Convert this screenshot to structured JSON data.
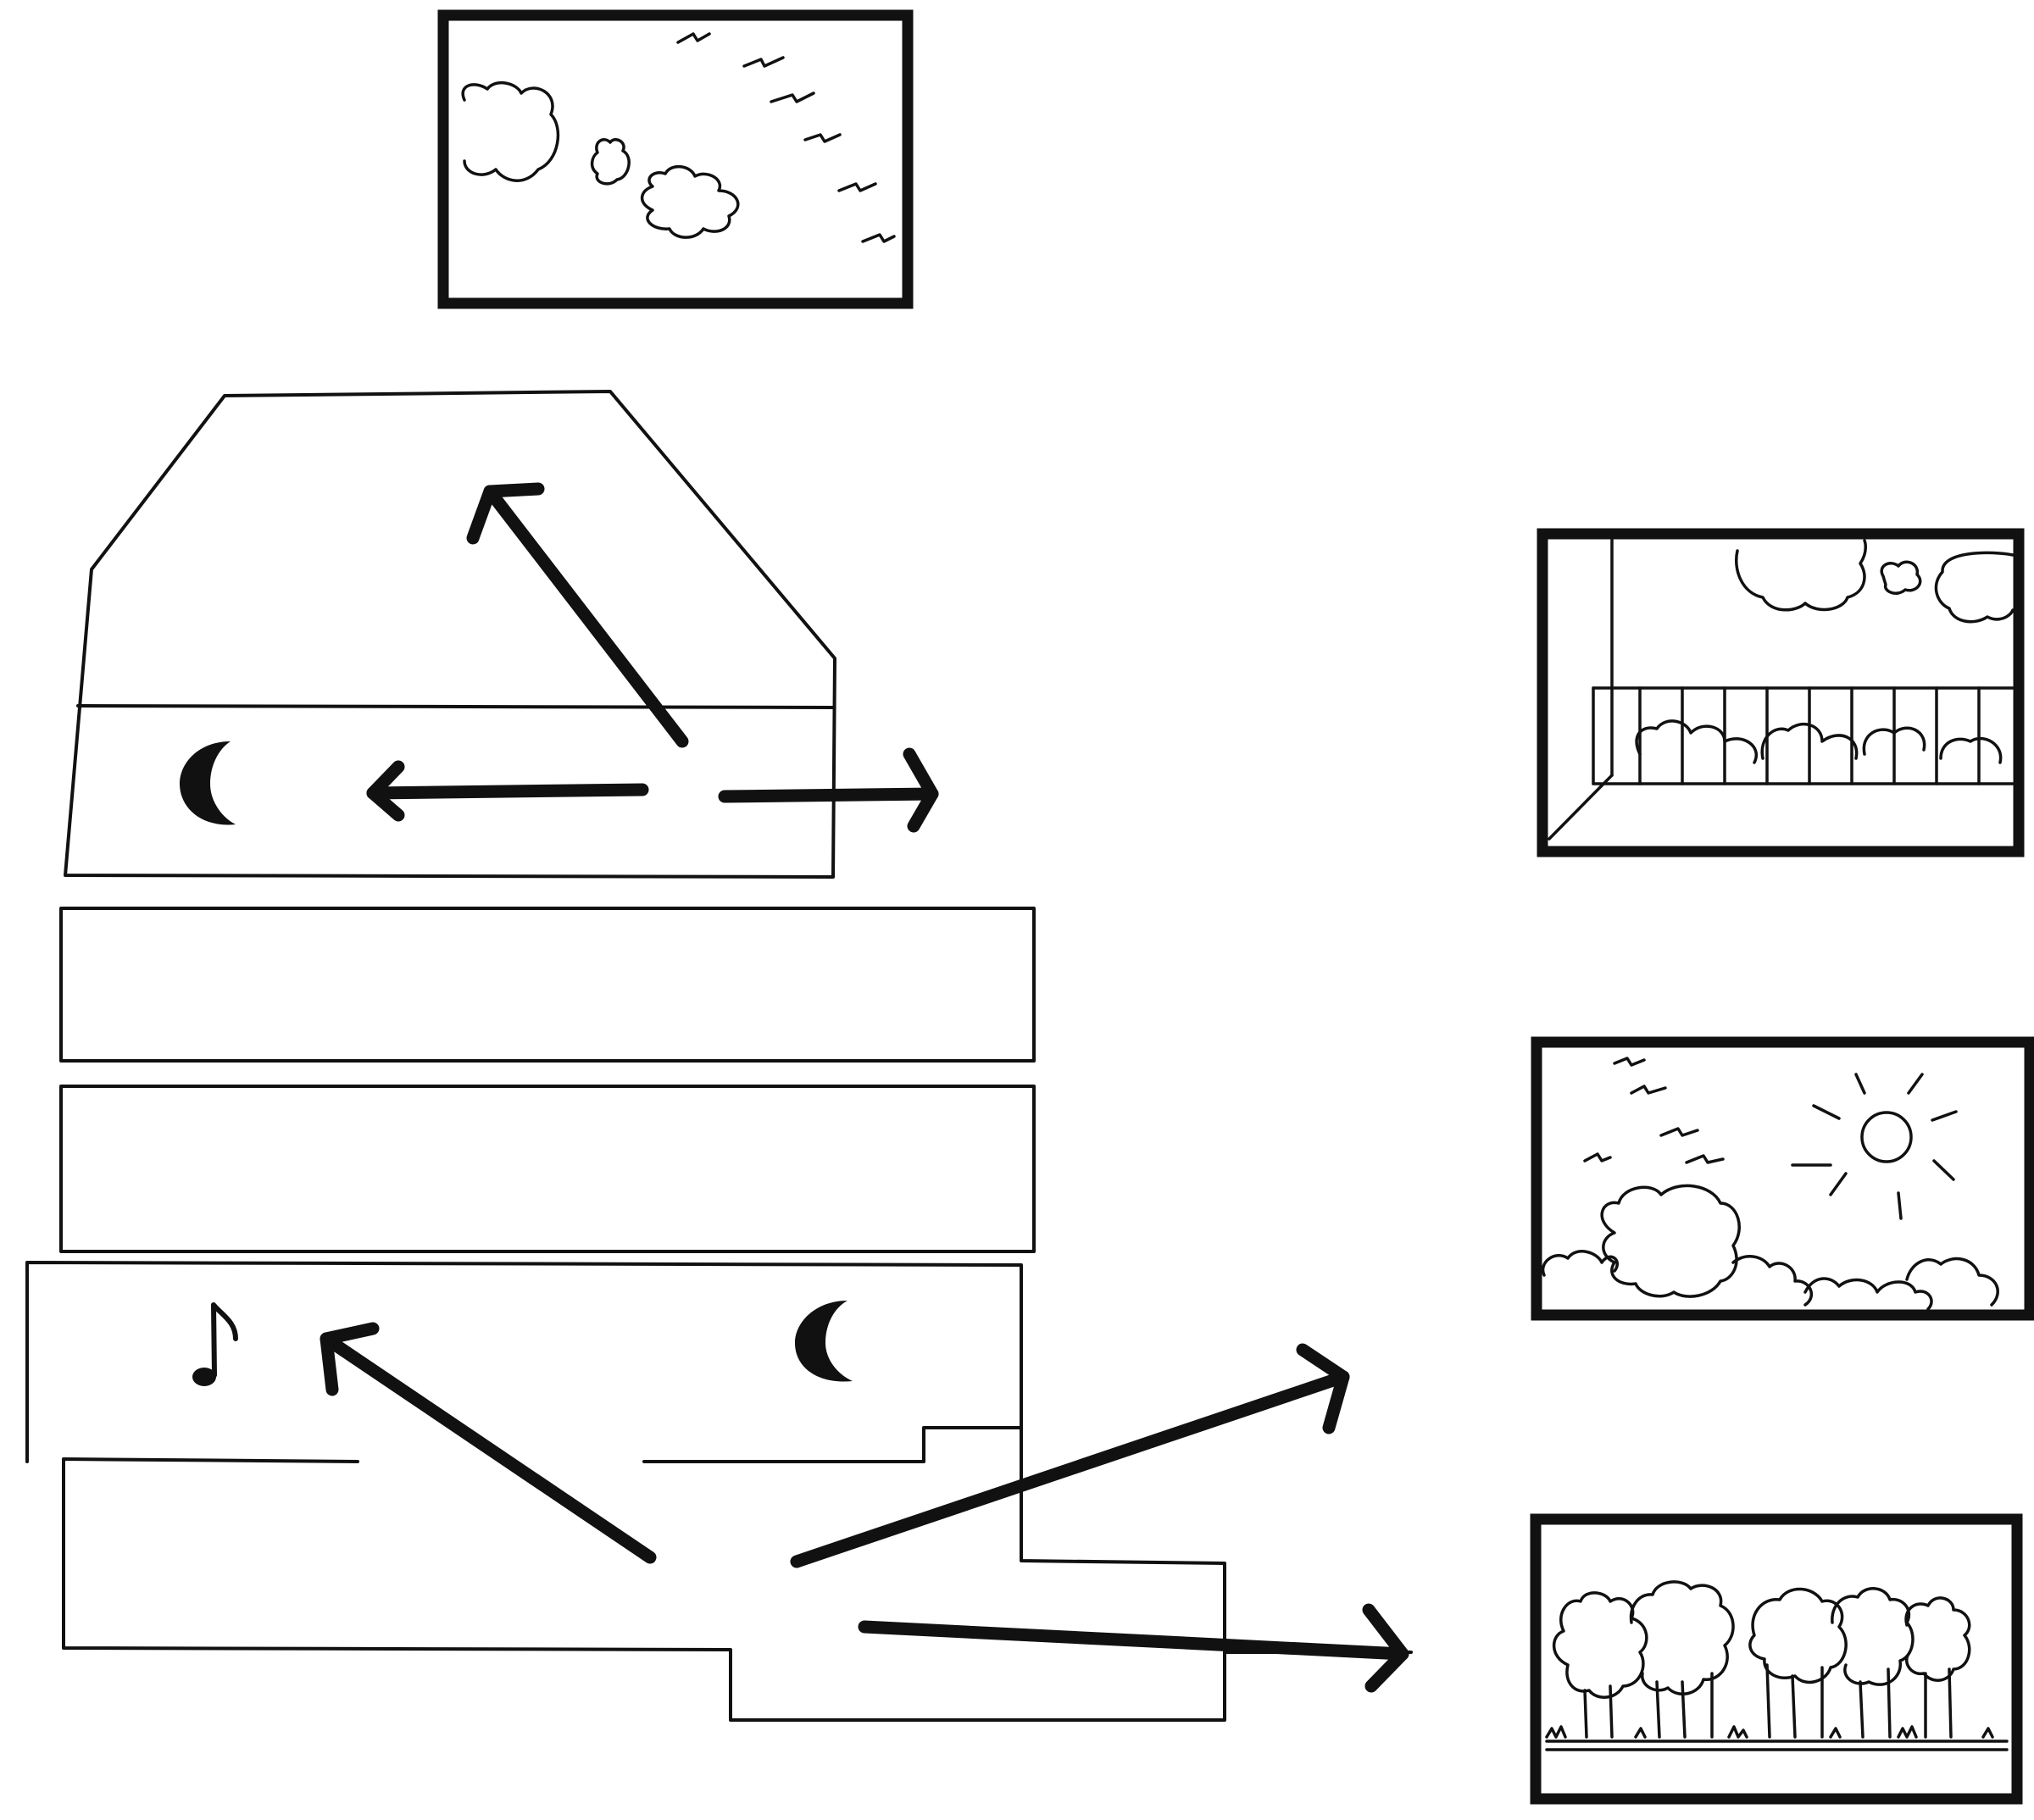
{
  "diagram": {
    "symbols": [
      "moon-symbol",
      "moon-symbol",
      "music-note-symbol"
    ],
    "view_panels": [
      "sky-view",
      "sky-and-railing-view",
      "sun-and-trees-view",
      "tree-canopy-view"
    ]
  }
}
